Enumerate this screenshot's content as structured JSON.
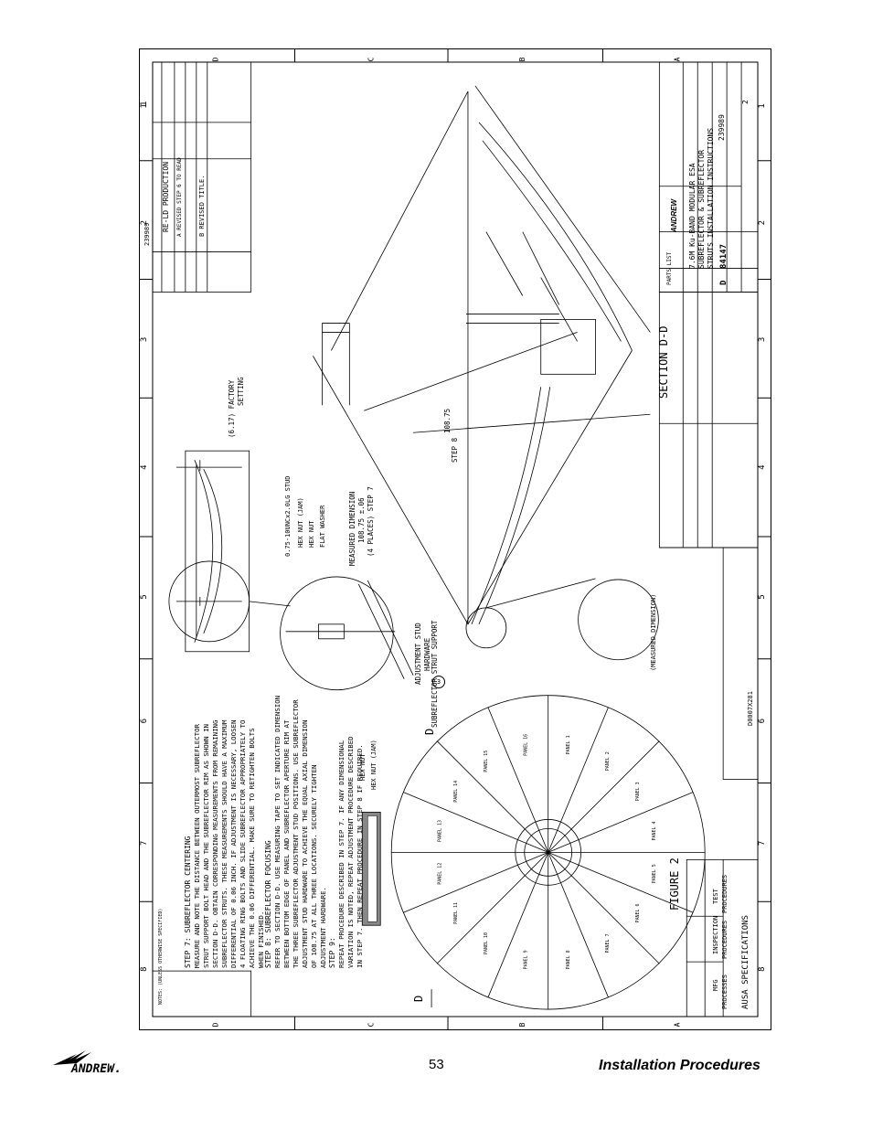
{
  "drawing": {
    "zone_numbers": [
      "1",
      "2",
      "3",
      "4",
      "5",
      "6",
      "7",
      "8"
    ],
    "zone_letters": [
      "D",
      "C",
      "B",
      "A"
    ],
    "notes_header": "NOTES: (UNLESS OTHERWISE SPECIFIED)",
    "step7_title": "STEP 7: SUBREFLECTOR CENTERING",
    "step7_lines": [
      "MEASURE AND NOTE THE DISTANCE BETWEEN OUTERMOST SUBREFLECTOR",
      "STRUT SUPPORT BOLT HEAD AND THE SUBREFLECTOR RIM AS SHOWN IN",
      "SECTION D-D. OBTAIN CORRESPONDING MEASUREMENTS FROM REMAINING",
      "SUBREFLECTOR STRUTS. THESE MEASUREMENTS SHOULD HAVE A MAXIMUM",
      "DIFFERENTIAL OF 0.06 INCH. IF ADJUSTMENT IS NECESSARY, LOOSEN",
      "4 FLOATING RING BOLTS AND SLIDE SUBREFLECTOR APPROPRIATELY TO",
      "ACHIEVE THE 0.06 DIFFERENTIAL. MAKE SURE TO RETIGHTEN BOLTS",
      "WHEN FINISHED."
    ],
    "step8_title": "STEP 8: SUBREFLECTOR FOCUSING",
    "step8_lines": [
      "REFER TO SECTION D-D. USE MEASURING TAPE TO SET INDICATED DIMENSION",
      "BETWEEN BOTTOM EDGE OF PANEL AND SUBREFLECTOR APERTURE RIM AT",
      "THE THREE SUBREFLECTOR ADJUSTMENT STUD POSITIONS. USE SUBREFLECTOR",
      "ADJUSTMENT STUD HARDWARE TO ACHIEVE THE EQUAL AXIAL DIMENSION",
      "OF 108.75 AT ALL THREE LOCATIONS. SECURELY TIGHTEN",
      "ADJUSTMENT HARDWARE."
    ],
    "step9_title": "STEP 9:",
    "step9_lines": [
      "REPEAT PROCEDURE DESCRIBED IN STEP 7. IF ANY DIMENSIONAL",
      "VARIATION IS NOTED, REPEAT ADJUSTMENT PROCEDURE DESCRIBED",
      "IN STEP 7. THEN REPEAT PROCEDURE IN STEP 8 IF REQUIRED."
    ],
    "hardware_labels": [
      "0.75-10UNCx2.0LG STUD",
      "HEX NUT (JAM)",
      "HEX NUT",
      "FLAT WASHER"
    ],
    "measured_dimension_label": "MEASURED DIMENSION",
    "measured_dimension_value": "108.75 ±.06",
    "measured_dimension_places": "(4 PLACES) STEP 7",
    "factory_setting_value": "(6.17) FACTORY",
    "factory_setting_label": "SETTING",
    "dim_108": "108.75",
    "step8_label": "STEP 8",
    "adjustment_stud_label": "ADJUSTMENT STUD",
    "hardware_label": "HARDWARE",
    "measured_dimension_detail": "(MEASURED DIMENSION)",
    "hex_nut": "HEX NUT",
    "hex_nut_jam": "HEX NUT (JAM)",
    "subreflector_strut_support": "SUBREFLECTOR STRUT SUPPORT",
    "section_title": "SECTION D-D",
    "figure_title": "FIGURE 2",
    "section_marker": "D",
    "balloon_number": "3",
    "panel_labels": [
      "PANEL 1",
      "PANEL 2",
      "PANEL 3",
      "PANEL 4",
      "PANEL 5",
      "PANEL 6",
      "PANEL 7",
      "PANEL 8",
      "PANEL 9",
      "PANEL 10",
      "PANEL 11",
      "PANEL 12",
      "PANEL 13",
      "PANEL 14",
      "PANEL 15",
      "PANEL 16"
    ],
    "ausa_specifications": "AUSA SPECIFICATIONS",
    "spec_mfg": "MFG",
    "spec_processes": "PROCESSES",
    "spec_inspection": "INSPECTION",
    "spec_procedures": "PROCEDURES",
    "spec_test": "TEST",
    "spec_procedures2": "PROCEDURES",
    "revision_line1": "RE-LD PRODUCTION",
    "revision_line2": "A REVISED STEP 6 TO READ",
    "revision_line3": "B REVISED TITLE.",
    "revision_doc": "239989",
    "title_line1": "7.6M Ku-BAND MODULAR ESA",
    "title_line2": "SUBREFLECTOR & SUBREFLECTOR",
    "title_line3": "STRUTS INSTALLATION INSTRUCTIONS",
    "size": "D",
    "drawing_number": "84147",
    "drawing_ref": "239989",
    "sheet_rev": "2",
    "parts_list": "PARTS LIST",
    "company": "ANDREW",
    "release_number": "D0007X281"
  },
  "footer": {
    "logo_text": "ANDREW.",
    "page_number": "53",
    "section_title": "Installation Procedures"
  }
}
